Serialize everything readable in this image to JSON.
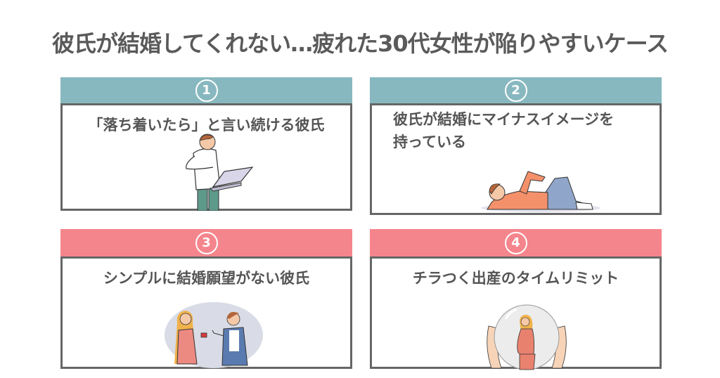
{
  "title": "彼氏が結婚してくれない…疲れた30代女性が陥りやすいケース",
  "colors": {
    "teal_header": "#88b8bf",
    "pink_header": "#f5858c",
    "border": "#666666",
    "text": "#555555"
  },
  "cards": [
    {
      "number": "1",
      "label": "「落ち着いたら」と言い続ける彼氏",
      "header_color": "teal",
      "illustration": "man-on-phone-holding-laptop"
    },
    {
      "number": "2",
      "label_line1": "彼氏が結婚にマイナスイメージを",
      "label_line2": "持っている",
      "header_color": "teal",
      "illustration": "man-lying-down-relaxed"
    },
    {
      "number": "3",
      "label": "シンプルに結婚願望がない彼氏",
      "header_color": "pink",
      "illustration": "man-refusing-ring-proposal"
    },
    {
      "number": "4",
      "label": "チラつく出産のタイムリミット",
      "header_color": "pink",
      "illustration": "pregnant-woman-in-glass-sphere"
    }
  ]
}
